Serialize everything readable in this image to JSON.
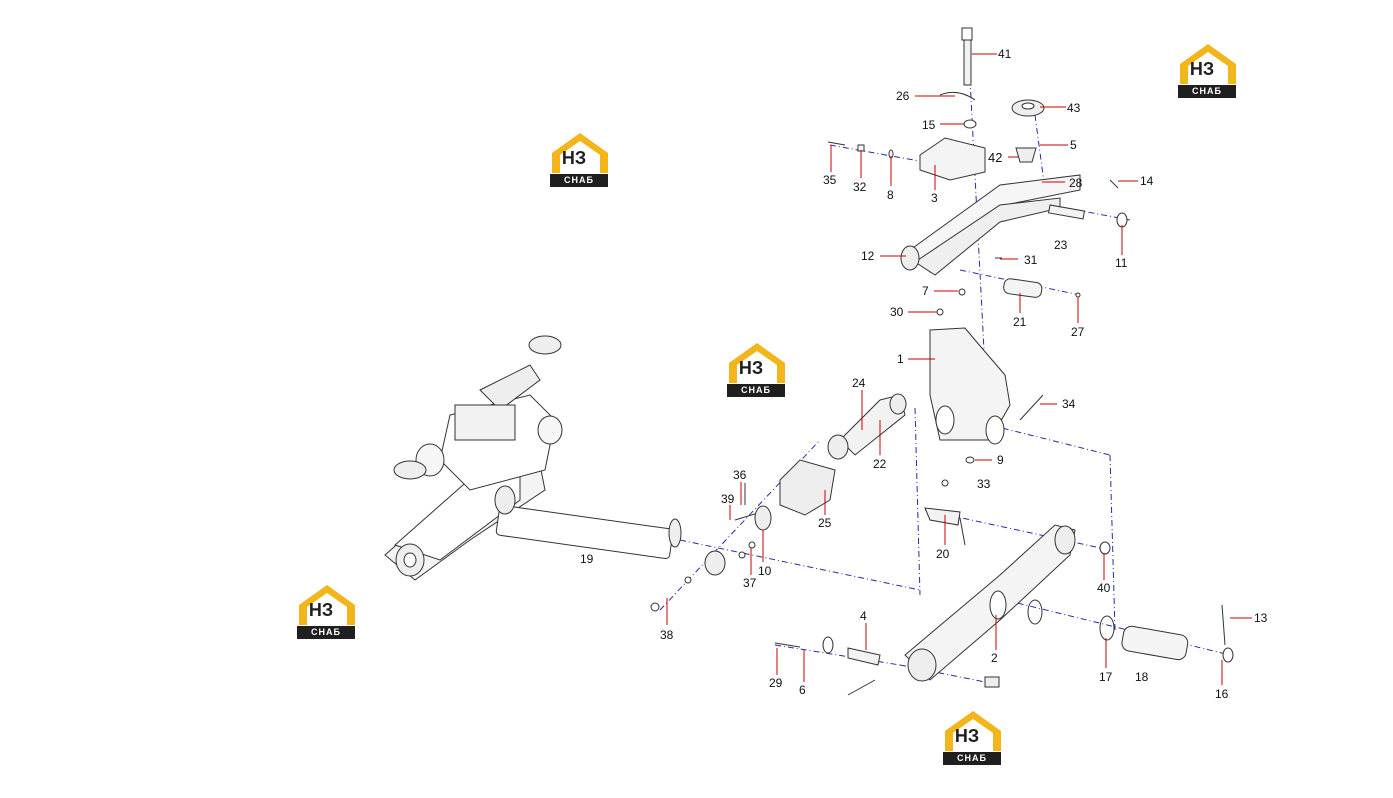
{
  "brand": {
    "logo_text": "НЗ",
    "logo_caption": "СНАБ",
    "accent": "#f2b51a"
  },
  "callouts": [
    "41",
    "26",
    "15",
    "43",
    "5",
    "42",
    "28",
    "14",
    "35",
    "32",
    "8",
    "3",
    "23",
    "11",
    "12",
    "31",
    "7",
    "21",
    "27",
    "30",
    "1",
    "24",
    "34",
    "22",
    "9",
    "33",
    "36",
    "39",
    "25",
    "20",
    "40",
    "19",
    "10",
    "37",
    "38",
    "13",
    "4",
    "2",
    "17",
    "18",
    "16",
    "29",
    "6"
  ],
  "colors": {
    "leader": "#cc0000",
    "centerline": "#2a2aa8",
    "part": "#333333"
  }
}
